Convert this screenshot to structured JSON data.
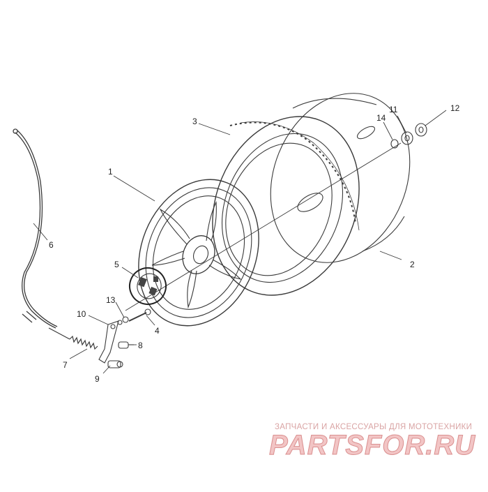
{
  "diagram": {
    "callouts": {
      "c1": "1",
      "c2": "2",
      "c3": "3",
      "c4": "4",
      "c5": "5",
      "c6": "6",
      "c7": "7",
      "c8": "8",
      "c9": "9",
      "c10": "10",
      "c11": "11",
      "c12": "12",
      "c13": "13",
      "c14": "14"
    },
    "line_color": "#3a3a3a"
  },
  "watermark": {
    "tagline": "ЗАПЧАСТИ И АКСЕССУАРЫ ДЛЯ МОТОТЕХНИКИ",
    "logo": "PARTSFOR.RU",
    "color": "#e38f8f"
  }
}
